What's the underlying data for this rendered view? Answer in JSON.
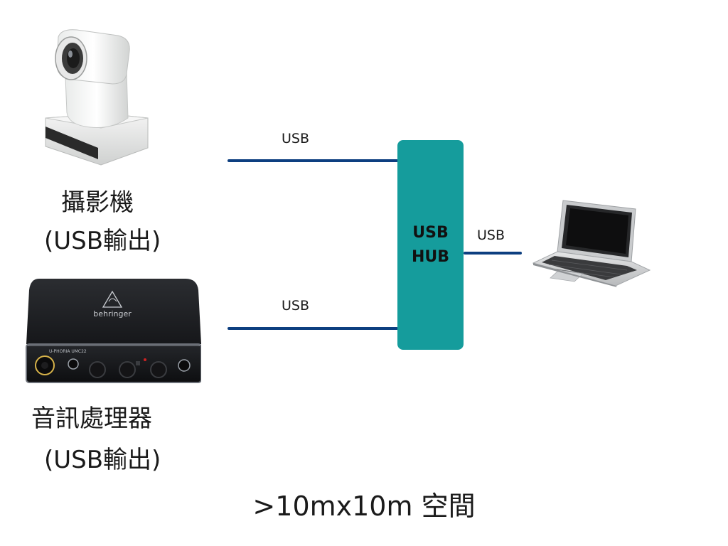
{
  "devices": {
    "camera": {
      "label_line1": "攝影機",
      "label_line2": "(USB輸出)",
      "icon": "ptz-camera-icon"
    },
    "audio": {
      "label_line1": "音訊處理器",
      "label_line2": "(USB輸出)",
      "icon": "audio-interface-icon",
      "brand_text": "behringer",
      "model_text": "U-PHORIA UMC22"
    },
    "laptop": {
      "icon": "laptop-icon"
    }
  },
  "connections": {
    "camera_to_hub": "USB",
    "audio_to_hub": "USB",
    "hub_to_laptop": "USB"
  },
  "hub": {
    "line1": "USB",
    "line2": "HUB"
  },
  "footer": ">10mx10m 空間",
  "colors": {
    "wire": "#0d3f80",
    "hub": "#159c9c",
    "text": "#1a1a1a"
  }
}
